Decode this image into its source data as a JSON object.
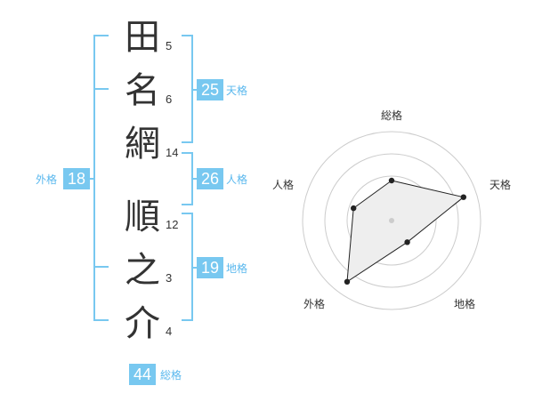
{
  "name": {
    "characters": [
      {
        "char": "田",
        "strokes": "5"
      },
      {
        "char": "名",
        "strokes": "6"
      },
      {
        "char": "網",
        "strokes": "14"
      },
      {
        "char": "順",
        "strokes": "12"
      },
      {
        "char": "之",
        "strokes": "3"
      },
      {
        "char": "介",
        "strokes": "4"
      }
    ]
  },
  "fortunes": {
    "tenkaku": {
      "label": "天格",
      "value": "25"
    },
    "jinkaku": {
      "label": "人格",
      "value": "26"
    },
    "chikaku": {
      "label": "地格",
      "value": "19"
    },
    "gaikaku": {
      "label": "外格",
      "value": "18"
    },
    "soukaku": {
      "label": "総格",
      "value": "44"
    }
  },
  "colors": {
    "accent": "#78c8f0",
    "bracket": "#78c8f0",
    "text": "#333333",
    "polygon_fill": "#eeeeee"
  },
  "chart_data": {
    "type": "radar",
    "axes": [
      "総格",
      "天格",
      "地格",
      "外格",
      "人格"
    ],
    "values": [
      0.45,
      0.85,
      0.3,
      0.85,
      0.45
    ],
    "rmax": 1,
    "rings": 4
  }
}
